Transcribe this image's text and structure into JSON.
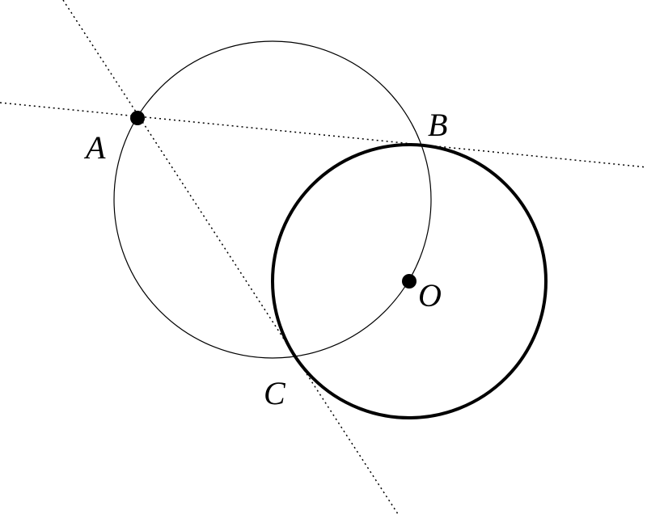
{
  "labels": {
    "a": "A",
    "b": "B",
    "c": "C",
    "o": "O"
  },
  "colors": {
    "stroke": "#000000",
    "background": "#ffffff"
  }
}
